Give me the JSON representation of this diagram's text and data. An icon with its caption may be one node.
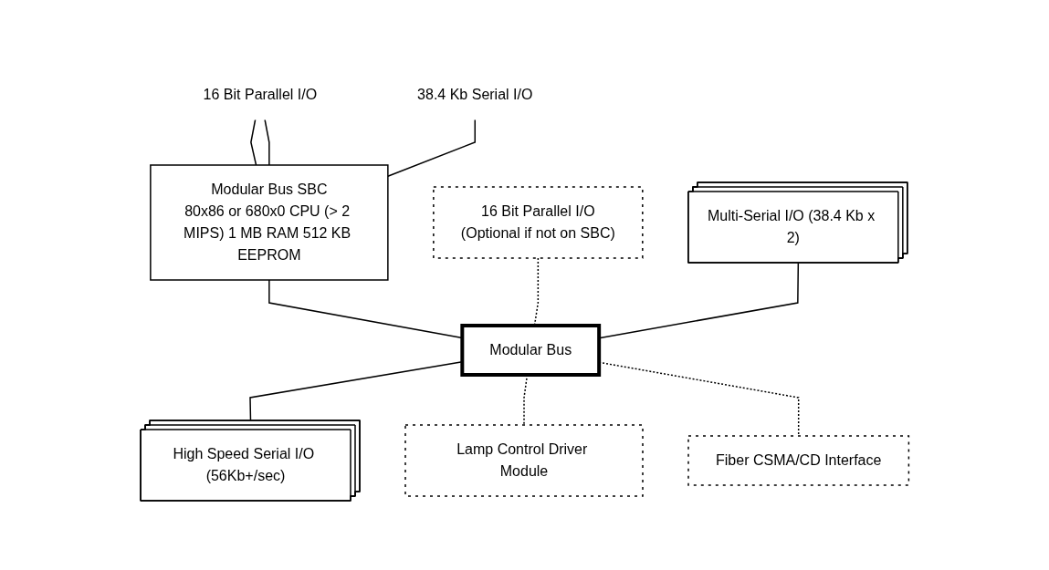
{
  "diagram": {
    "nodes": [
      {
        "text": [
          "Modular Bus SBC",
          "80x86 or 680x0 CPU (> 2 MIPS) 1 MB RAM 512 KB EEPROM"
        ]
      },
      {
        "text": [
          "16 Bit Parallel I/O",
          "(Optional if not on SBC)"
        ]
      },
      {
        "text": [
          "Multi-Serial I/O (38.4 Kb x 2)"
        ]
      },
      {
        "text": [
          "Modular Bus"
        ]
      },
      {
        "text": [
          "High Speed Serial I/O (56Kb+/sec)"
        ]
      },
      {
        "text": [
          "Lamp Control Driver Module"
        ]
      },
      {
        "text": [
          "Fiber CSMA/CD Interface"
        ]
      },
      {
        "text": [
          "16 Bit Parallel I/O"
        ]
      },
      {
        "text": [
          "38.4 Kb Serial I/O"
        ]
      }
    ],
    "edges": [
      {
        "from": 7,
        "to": 0,
        "arrow": "none"
      },
      {
        "from": 7,
        "to": 0,
        "arrow": "none"
      },
      {
        "from": 8,
        "to": 0,
        "arrow": "none"
      },
      {
        "from": 0,
        "to": 3,
        "arrow": "none"
      },
      {
        "from": 1,
        "to": 3,
        "arrow": "none",
        "style": "dashed"
      },
      {
        "from": 2,
        "to": 3,
        "arrow": "none"
      },
      {
        "from": 3,
        "to": 4,
        "arrow": "none"
      },
      {
        "from": 3,
        "to": 5,
        "arrow": "none",
        "style": "dashed"
      },
      {
        "from": 3,
        "to": 6,
        "arrow": "none",
        "style": "dashed"
      }
    ]
  }
}
